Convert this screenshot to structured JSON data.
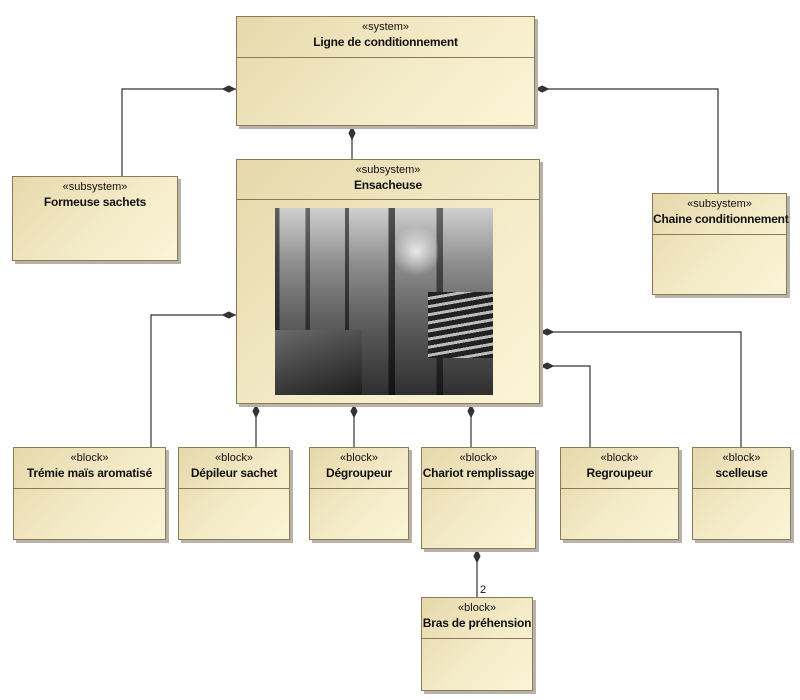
{
  "diagram": {
    "type": "SysML block definition diagram",
    "blocks": [
      {
        "id": "ligne",
        "stereotype": "«system»",
        "name": "Ligne de conditionnement"
      },
      {
        "id": "formeuse",
        "stereotype": "«subsystem»",
        "name": "Formeuse sachets"
      },
      {
        "id": "ensacheuse",
        "stereotype": "«subsystem»",
        "name": "Ensacheuse",
        "image": "packaging-machine-photo"
      },
      {
        "id": "chaine",
        "stereotype": "«subsystem»",
        "name": "Chaine conditionnement"
      },
      {
        "id": "tremie",
        "stereotype": "«block»",
        "name": "Trémie maïs aromatisé"
      },
      {
        "id": "depileur",
        "stereotype": "«block»",
        "name": "Dépileur sachet"
      },
      {
        "id": "degroupeur",
        "stereotype": "«block»",
        "name": "Dégroupeur"
      },
      {
        "id": "chariot",
        "stereotype": "«block»",
        "name": "Chariot remplissage"
      },
      {
        "id": "regroupeur",
        "stereotype": "«block»",
        "name": "Regroupeur"
      },
      {
        "id": "scelleuse",
        "stereotype": "«block»",
        "name": "scelleuse"
      },
      {
        "id": "bras",
        "stereotype": "«block»",
        "name": "Bras de préhension"
      }
    ],
    "compositions": [
      {
        "whole": "ligne",
        "part": "formeuse"
      },
      {
        "whole": "ligne",
        "part": "ensacheuse"
      },
      {
        "whole": "ligne",
        "part": "chaine"
      },
      {
        "whole": "ensacheuse",
        "part": "tremie"
      },
      {
        "whole": "ensacheuse",
        "part": "depileur"
      },
      {
        "whole": "ensacheuse",
        "part": "degroupeur"
      },
      {
        "whole": "ensacheuse",
        "part": "chariot"
      },
      {
        "whole": "ensacheuse",
        "part": "regroupeur"
      },
      {
        "whole": "ensacheuse",
        "part": "scelleuse"
      },
      {
        "whole": "chariot",
        "part": "bras",
        "multiplicity": "2"
      }
    ]
  }
}
